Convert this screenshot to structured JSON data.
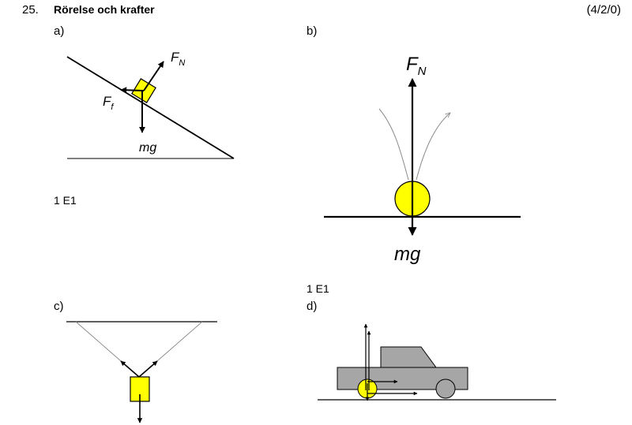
{
  "header": {
    "number": "25.",
    "title": "Rörelse och krafter",
    "points": "(4/2/0)"
  },
  "parts": {
    "a": {
      "label": "a)",
      "force_normal": "F",
      "force_normal_sub": "N",
      "force_friction": "F",
      "force_friction_sub": "f",
      "gravity": "mg",
      "score": "1 E1"
    },
    "b": {
      "label": "b)",
      "force_normal": "F",
      "force_normal_sub": "N",
      "gravity": "mg",
      "score": "1 E1"
    },
    "c": {
      "label": "c)"
    },
    "d": {
      "label": "d)"
    }
  },
  "colors": {
    "block_fill": "#ffff00",
    "car_fill": "#a6a6a6",
    "trajectory": "#8c8c8c"
  }
}
